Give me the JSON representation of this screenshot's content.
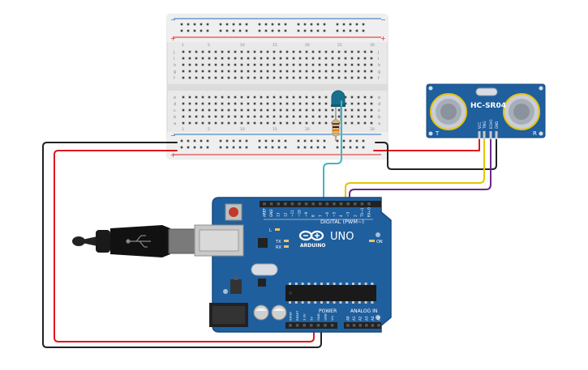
{
  "colors": {
    "board_blue": "#1f5f9e",
    "board_dark": "#174b80",
    "breadboard": "#e9e9e9",
    "rail_red": "#d22",
    "rail_blue": "#2b6fbf",
    "wire_red": "#e0161b",
    "wire_black": "#222222",
    "wire_yellow": "#e7c30a",
    "wire_purple": "#6a2a8a",
    "wire_teal": "#3fb6c4",
    "led": "#1a6f8f"
  },
  "breadboard": {
    "plus_symbol": "+",
    "minus_symbol": "−",
    "row_letters_top": [
      "j",
      "i",
      "h",
      "g",
      "f"
    ],
    "row_letters_bottom": [
      "e",
      "d",
      "c",
      "b",
      "a"
    ],
    "column_numbers": [
      "1",
      "5",
      "10",
      "15",
      "20",
      "25",
      "30"
    ]
  },
  "sensor": {
    "model": "HC-SR04",
    "left_mark": "T",
    "right_mark": "R",
    "pins": [
      "VCC",
      "TRIG",
      "ECHO",
      "GND"
    ]
  },
  "arduino": {
    "logo_text": "ARDUINO",
    "model": "UNO",
    "digital_label": "DIGITAL (PWM~)",
    "tx": "TX",
    "rx": "RX",
    "l_led": "L",
    "on_label": "ON",
    "power_label": "POWER",
    "analog_label": "ANALOG IN",
    "digital_pins": [
      "AREF",
      "GND",
      "13",
      "12",
      "~11",
      "~10",
      "~9",
      "8",
      "7",
      "~6",
      "~5",
      "4",
      "~3",
      "2",
      "TX→1",
      "RX←0"
    ],
    "power_pins": [
      "IOREF",
      "RESET",
      "3.3V",
      "5V",
      "GND",
      "GND",
      "Vin"
    ],
    "analog_pins": [
      "A0",
      "A1",
      "A2",
      "A3",
      "A4",
      "A5"
    ]
  }
}
